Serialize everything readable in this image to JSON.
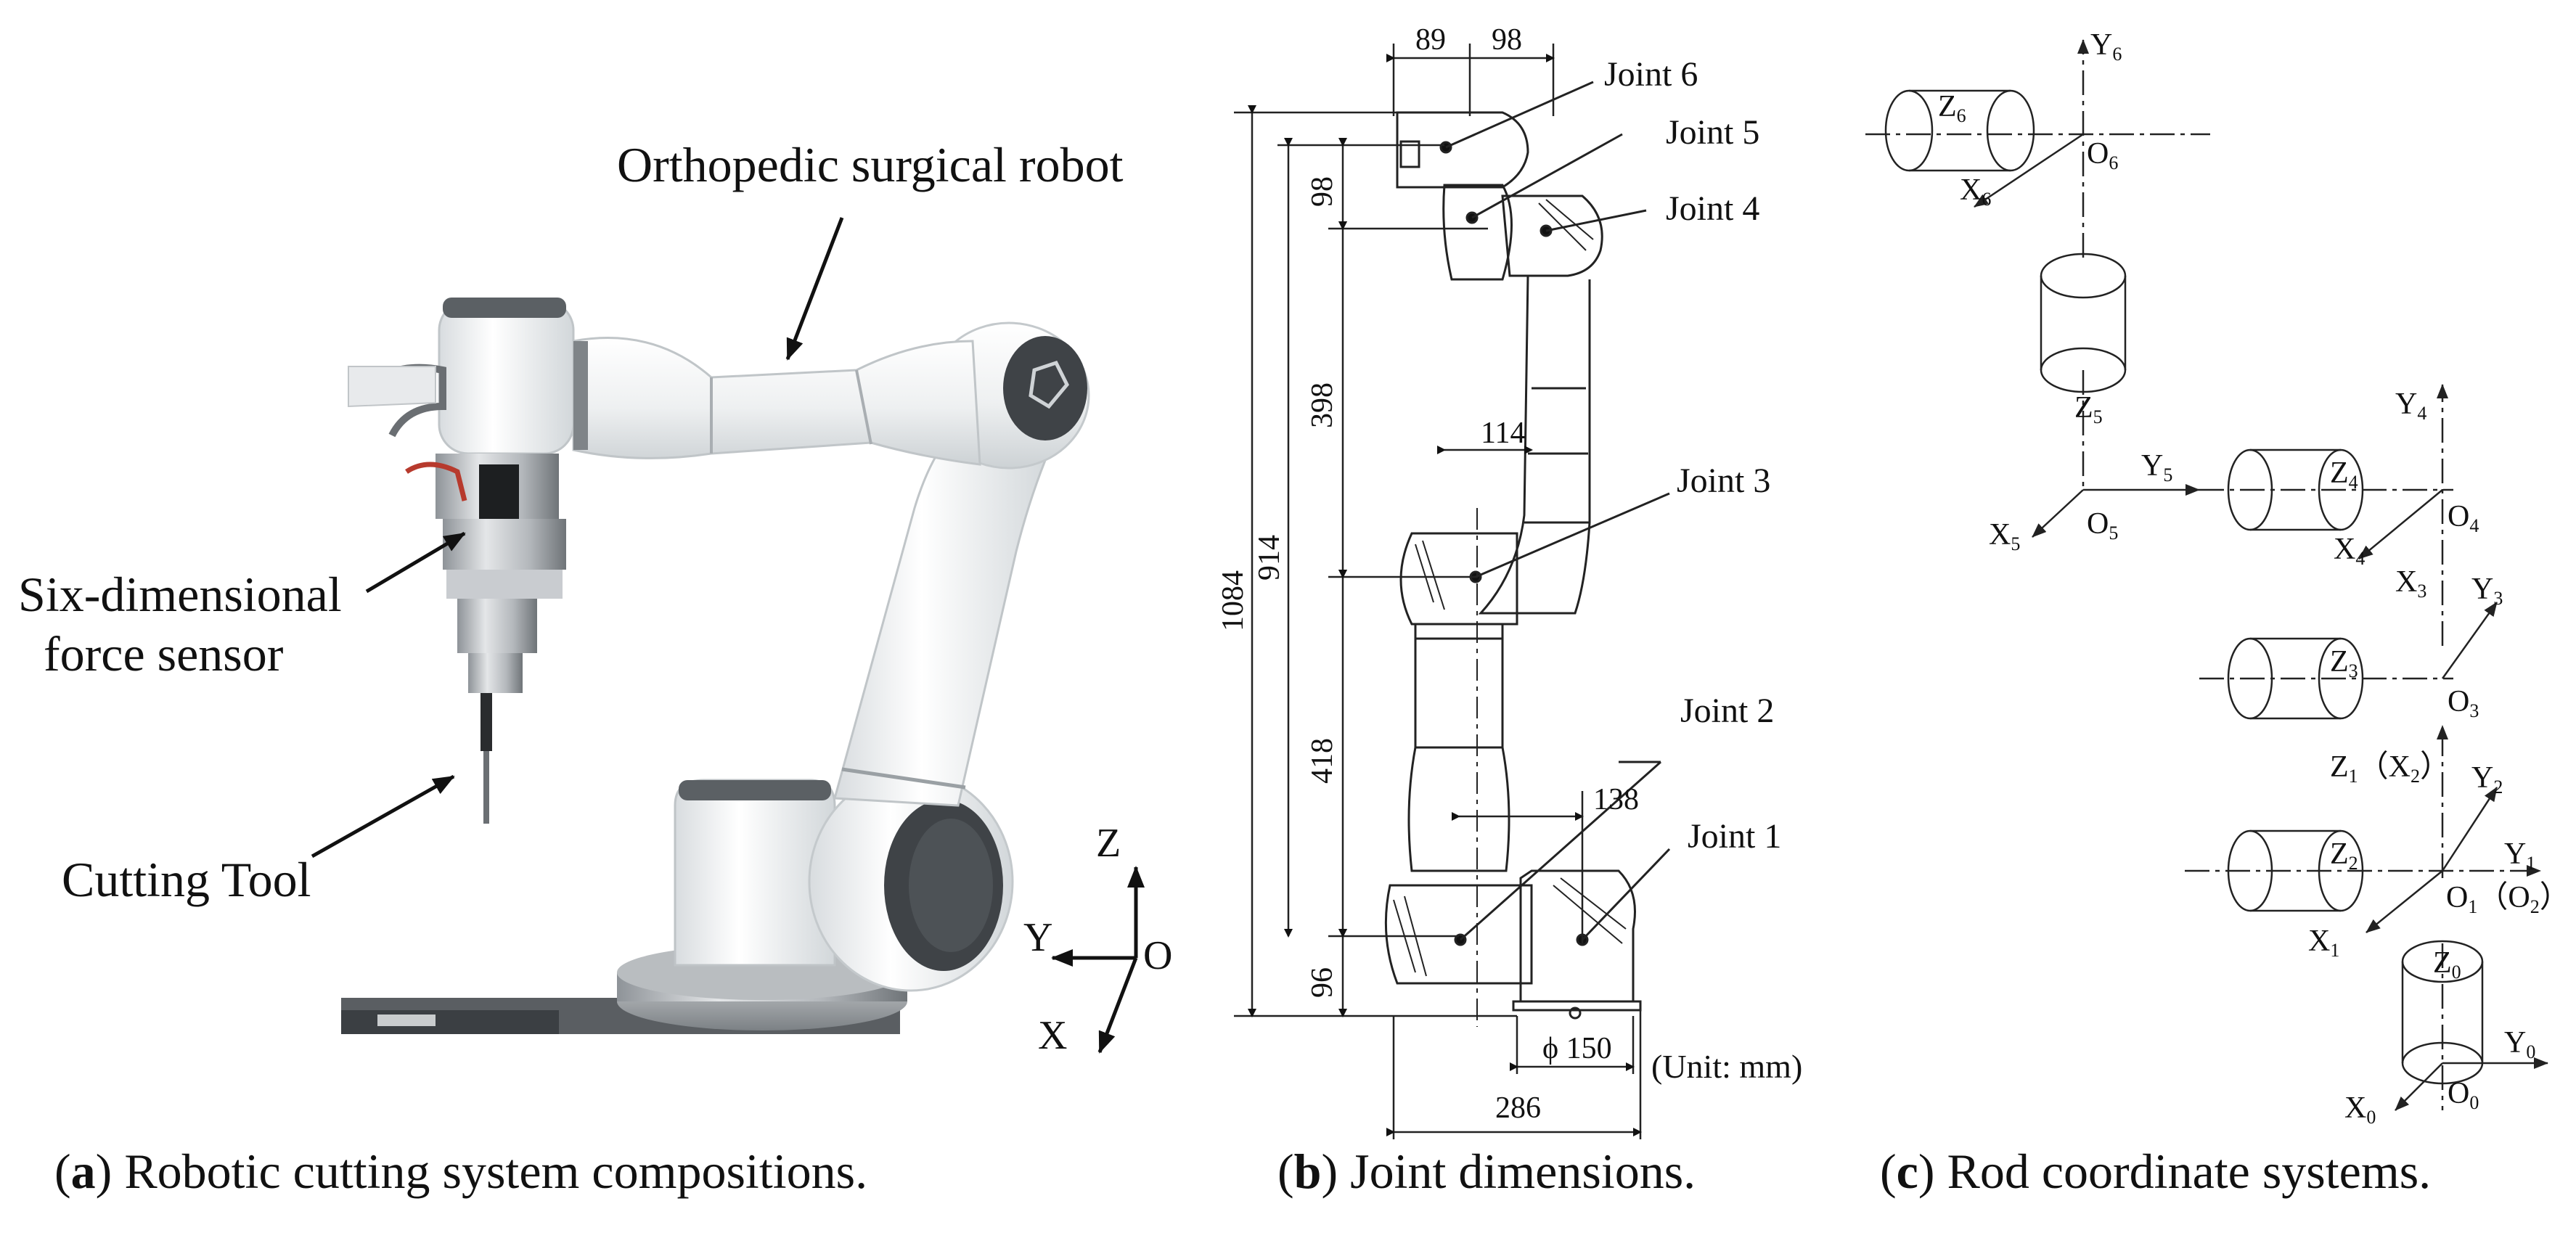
{
  "panel_a": {
    "labels": {
      "robot": "Orthopedic surgical robot",
      "sensor_line1": "Six-dimensional",
      "sensor_line2": "force sensor",
      "tool": "Cutting Tool"
    },
    "axes": {
      "z": "Z",
      "y": "Y",
      "x": "X",
      "origin": "O"
    },
    "caption": {
      "letter": "a",
      "text": " Robotic cutting system compositions."
    }
  },
  "panel_b": {
    "joints": {
      "j6": "Joint 6",
      "j5": "Joint 5",
      "j4": "Joint 4",
      "j3": "Joint 3",
      "j2": "Joint 2",
      "j1": "Joint 1"
    },
    "dims": {
      "d89": "89",
      "d98_top": "98",
      "d98": "98",
      "d398": "398",
      "d114": "114",
      "d914": "914",
      "d1084": "1084",
      "d418": "418",
      "d138": "138",
      "d96": "96",
      "d150": "ϕ 150",
      "d286": "286"
    },
    "unit": "(Unit: mm)",
    "caption": {
      "letter": "b",
      "text": " Joint dimensions."
    }
  },
  "panel_c": {
    "frames": {
      "f6": {
        "y": "Y",
        "y_sub": "6",
        "z": "Z",
        "z_sub": "6",
        "x": "X",
        "x_sub": "6",
        "o": "O",
        "o_sub": "6"
      },
      "f5": {
        "y": "Y",
        "y_sub": "5",
        "z": "Z",
        "z_sub": "5",
        "x": "X",
        "x_sub": "5",
        "o": "O",
        "o_sub": "5"
      },
      "f4": {
        "y": "Y",
        "y_sub": "4",
        "z": "Z",
        "z_sub": "4",
        "x": "X",
        "x_sub": "4",
        "o": "O",
        "o_sub": "4"
      },
      "f3": {
        "y": "Y",
        "y_sub": "3",
        "z": "Z",
        "z_sub": "3",
        "x": "X",
        "x_sub": "3",
        "o": "O",
        "o_sub": "3"
      },
      "f2": {
        "y": "Y",
        "y_sub": "2",
        "z": "Z",
        "z_sub": "2"
      },
      "f1": {
        "y": "Y",
        "y_sub": "1",
        "x": "X",
        "x_sub": "1",
        "z1x2": "Z",
        "z1x2_sub": "1",
        "z1x2_rest": "（X",
        "z1x2_sub2": "2",
        "z1x2_end": "）",
        "o1o2": "O",
        "o1o2_sub": "1",
        "o1o2_rest": "（O",
        "o1o2_sub2": "2",
        "o1o2_end": "）"
      },
      "f0": {
        "y": "Y",
        "y_sub": "0",
        "z": "Z",
        "z_sub": "0",
        "x": "X",
        "x_sub": "0",
        "o": "O",
        "o_sub": "0"
      }
    },
    "caption": {
      "letter": "c",
      "text": " Rod coordinate systems."
    }
  }
}
